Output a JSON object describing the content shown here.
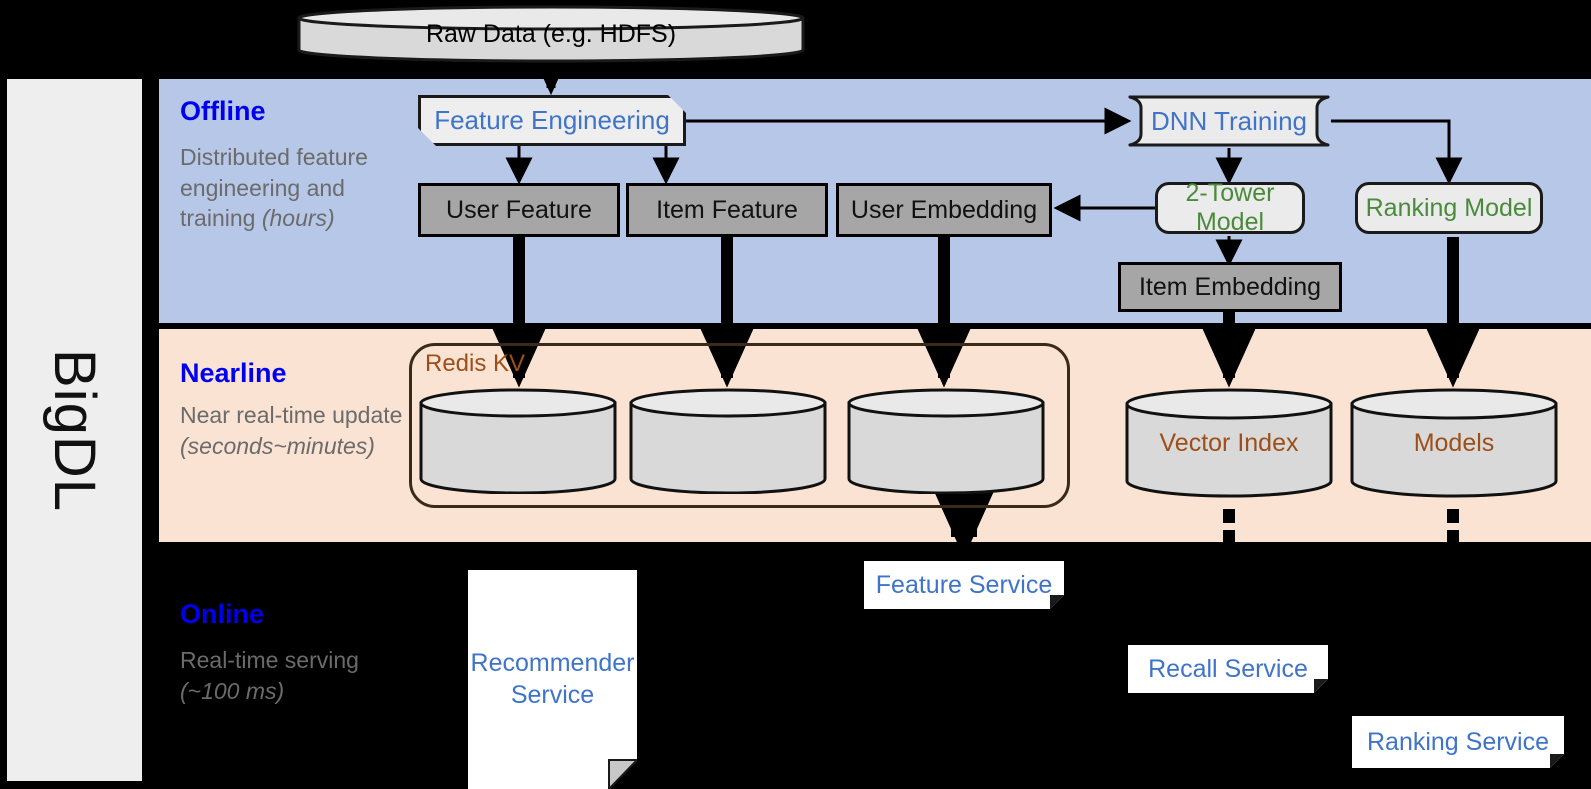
{
  "sidebar": {
    "brand": "BigDL"
  },
  "bands": [
    {
      "id": "offline",
      "title": "Offline",
      "subtitle_plain": "Distributed feature engineering and training ",
      "subtitle_italic": "(hours)",
      "bg": "#b6c7e8",
      "title_color": "#0000ee"
    },
    {
      "id": "nearline",
      "title": "Nearline",
      "subtitle_plain": "Near real-time update ",
      "subtitle_italic": "(seconds~minutes)",
      "bg": "#fae3d3",
      "title_color": "#0000ee"
    },
    {
      "id": "online",
      "title": "Online",
      "subtitle_plain": "Real-time serving ",
      "subtitle_italic": "(~100 ms)",
      "bg": "#000000",
      "title_color": "#0000ee"
    }
  ],
  "nodes": {
    "raw_data": {
      "label": "Raw Data (e.g. HDFS)",
      "type": "cylinder-wide",
      "color": "#111111"
    },
    "feature_engineering": {
      "label": "Feature Engineering",
      "type": "chamfer-card",
      "color": "#3f74c8"
    },
    "dnn_training": {
      "label": "DNN Training",
      "type": "bracket-card",
      "color": "#3f74c8"
    },
    "user_feature": {
      "label": "User Feature",
      "type": "grey-box",
      "color": "#111111"
    },
    "item_feature": {
      "label": "Item Feature",
      "type": "grey-box",
      "color": "#111111"
    },
    "user_embedding": {
      "label": "User Embedding",
      "type": "grey-box",
      "color": "#111111"
    },
    "item_embedding": {
      "label": "Item Embedding",
      "type": "grey-box",
      "color": "#111111"
    },
    "two_tower_model": {
      "label": "2-Tower Model",
      "type": "round-box",
      "color": "#4a8b3b"
    },
    "ranking_model": {
      "label": "Ranking Model",
      "type": "round-box",
      "color": "#4a8b3b"
    },
    "redis_kv": {
      "label": "Redis KV",
      "type": "group-frame",
      "color": "#9c4f1a"
    },
    "kv_user_feature": {
      "label": "",
      "type": "cylinder",
      "color": "#9c4f1a"
    },
    "kv_item_feature": {
      "label": "",
      "type": "cylinder",
      "color": "#9c4f1a"
    },
    "kv_user_embedding": {
      "label": "",
      "type": "cylinder",
      "color": "#9c4f1a"
    },
    "vector_index": {
      "label": "Vector Index",
      "type": "cylinder",
      "color": "#9c4f1a"
    },
    "models": {
      "label": "Models",
      "type": "cylinder",
      "color": "#9c4f1a"
    },
    "feature_service": {
      "label": "Feature Service",
      "type": "document",
      "color": "#3f74c8"
    },
    "recommender_service": {
      "label": "Recommender Service",
      "type": "document",
      "color": "#3f74c8"
    },
    "recall_service": {
      "label": "Recall Service",
      "type": "document",
      "color": "#3f74c8"
    },
    "ranking_service": {
      "label": "Ranking Service",
      "type": "document",
      "color": "#3f74c8"
    }
  },
  "palette": {
    "offline_bg": "#b6c7e8",
    "nearline_bg": "#fae3d3",
    "online_bg": "#000000",
    "rail_bg": "#eeeeee",
    "grey_box": "#a6a6a6",
    "light_box": "#ebebeb",
    "cylinder_body": "#d9d9d9",
    "cylinder_top": "#e9e9e9",
    "stroke": "#1a1a1a",
    "label_blue": "#3f74c8",
    "label_green": "#4a8b3b",
    "label_brown": "#9c4f1a",
    "band_title_blue": "#0000ee",
    "band_sub_grey": "#6b6b6b"
  }
}
